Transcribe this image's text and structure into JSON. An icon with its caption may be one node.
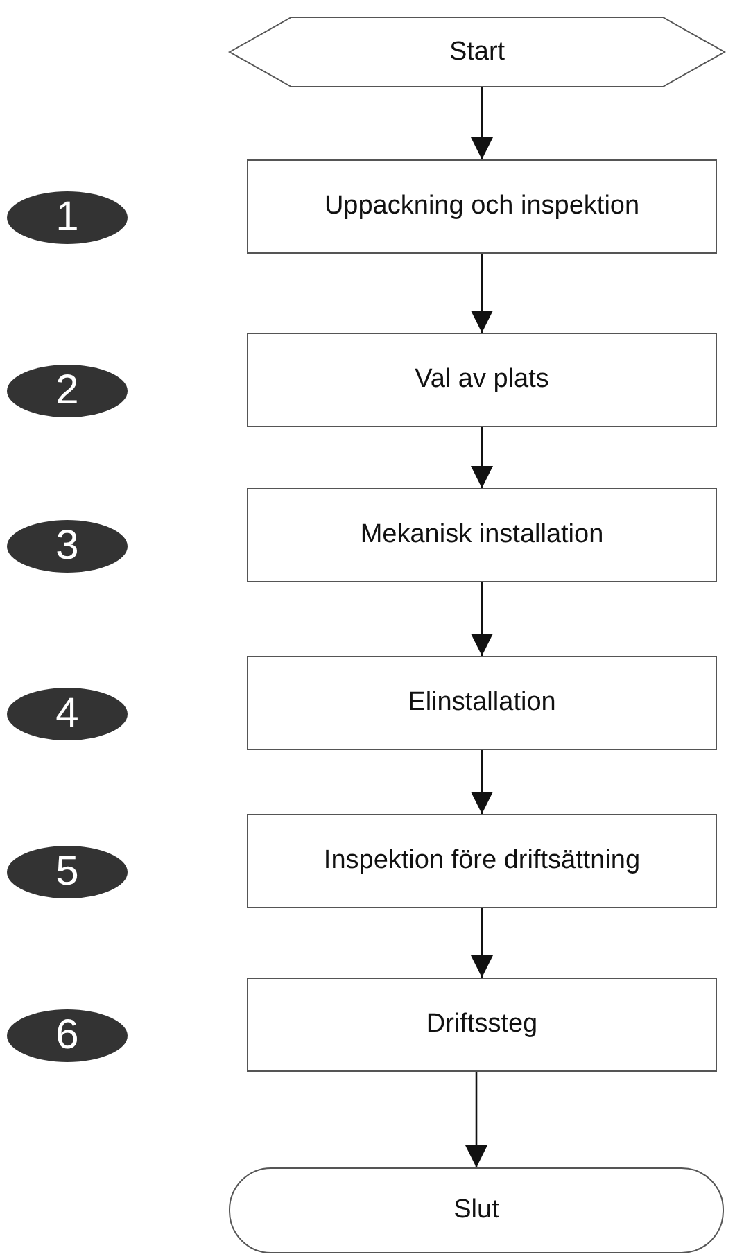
{
  "diagram": {
    "nodes": [
      {
        "text": [
          "Start"
        ]
      },
      {
        "text": [
          "1"
        ]
      },
      {
        "text": [
          "Uppackning och inspektion"
        ]
      },
      {
        "text": [
          "2"
        ]
      },
      {
        "text": [
          "Val av plats"
        ]
      },
      {
        "text": [
          "3"
        ]
      },
      {
        "text": [
          "Mekanisk installation"
        ]
      },
      {
        "text": [
          "4"
        ]
      },
      {
        "text": [
          "Elinstallation"
        ]
      },
      {
        "text": [
          "5"
        ]
      },
      {
        "text": [
          "Inspektion före driftsättning"
        ]
      },
      {
        "text": [
          "6"
        ]
      },
      {
        "text": [
          "Driftssteg"
        ]
      },
      {
        "text": [
          "Slut"
        ]
      }
    ],
    "edges": [
      {
        "from": 0,
        "to": 2,
        "arrow": "to"
      },
      {
        "from": 2,
        "to": 4,
        "arrow": "to"
      },
      {
        "from": 4,
        "to": 6,
        "arrow": "to"
      },
      {
        "from": 6,
        "to": 8,
        "arrow": "to"
      },
      {
        "from": 8,
        "to": 10,
        "arrow": "to"
      },
      {
        "from": 10,
        "to": 12,
        "arrow": "to"
      },
      {
        "from": 12,
        "to": 13,
        "arrow": "to"
      }
    ]
  }
}
